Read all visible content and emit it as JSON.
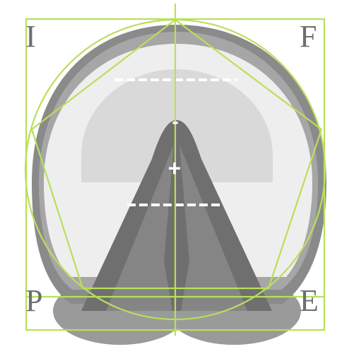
{
  "labels": {
    "top_left": "I",
    "top_right": "F",
    "bottom_left": "P",
    "bottom_right": "E"
  },
  "symbols": {
    "positive": "+",
    "negative": "-"
  },
  "colors": {
    "guide": "#b8e05a",
    "shell_dark": "#8a8a8a",
    "shell_mid": "#a3a3a3",
    "inner_light": "#eeeeee",
    "dome": "#d9d9d9",
    "wedge_dark": "#6f6f6f",
    "wedge_mid": "#888888",
    "marker": "#ffffff",
    "text": "#6e6e6e"
  }
}
